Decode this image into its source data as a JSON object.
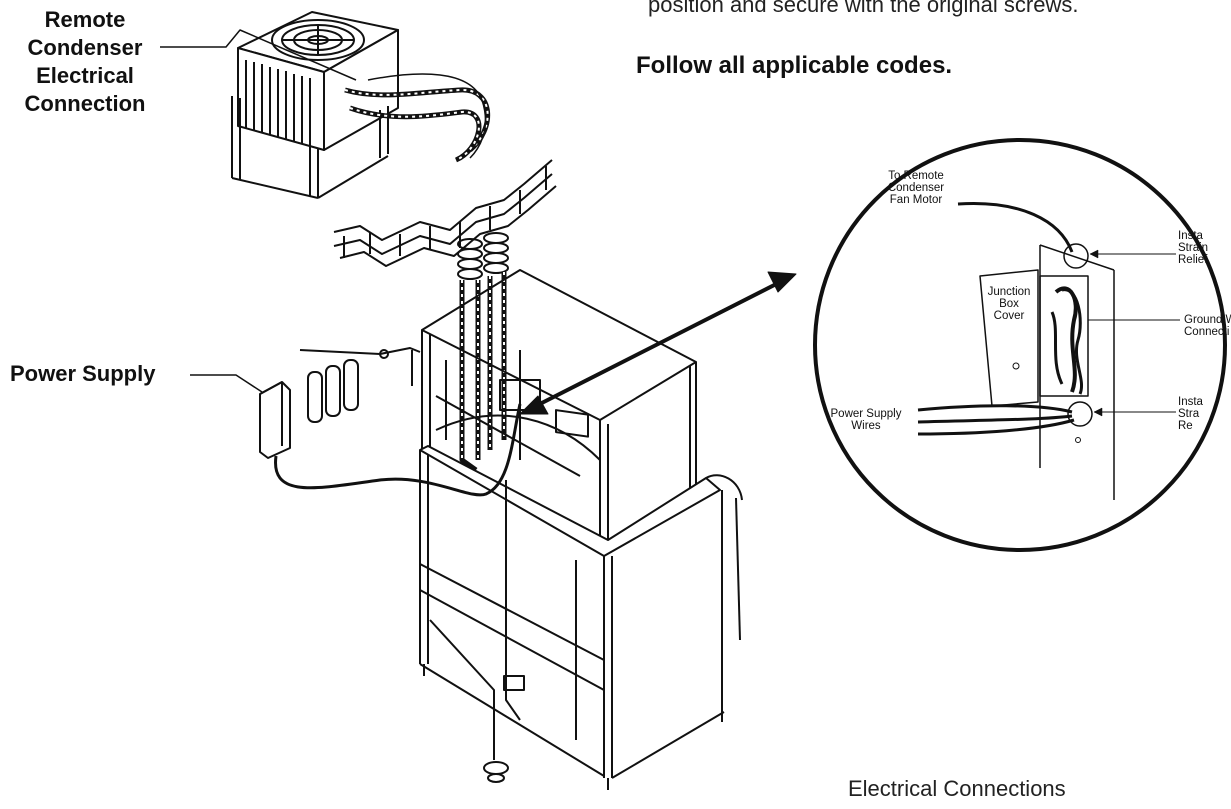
{
  "header": {
    "instruction_fragment": "position and secure with the original screws.",
    "codes_note": "Follow all applicable codes."
  },
  "labels": {
    "remote_condenser": [
      "Remote",
      "Condenser",
      "Electrical",
      "Connection"
    ],
    "power_supply": "Power Supply"
  },
  "detail": {
    "fan_motor": [
      "To Remote",
      "Condenser",
      "Fan Motor"
    ],
    "junction_box_cover": [
      "Junction",
      "Box",
      "Cover"
    ],
    "power_supply_wires": [
      "Power Supply",
      "Wires"
    ],
    "strain_relief_top": [
      "Insta",
      "Strain",
      "Relief"
    ],
    "ground_wire": [
      "Ground W",
      "Connecti"
    ],
    "strain_relief_bottom": [
      "Insta",
      "Stra",
      "Re"
    ]
  },
  "caption": "Electrical Connections"
}
